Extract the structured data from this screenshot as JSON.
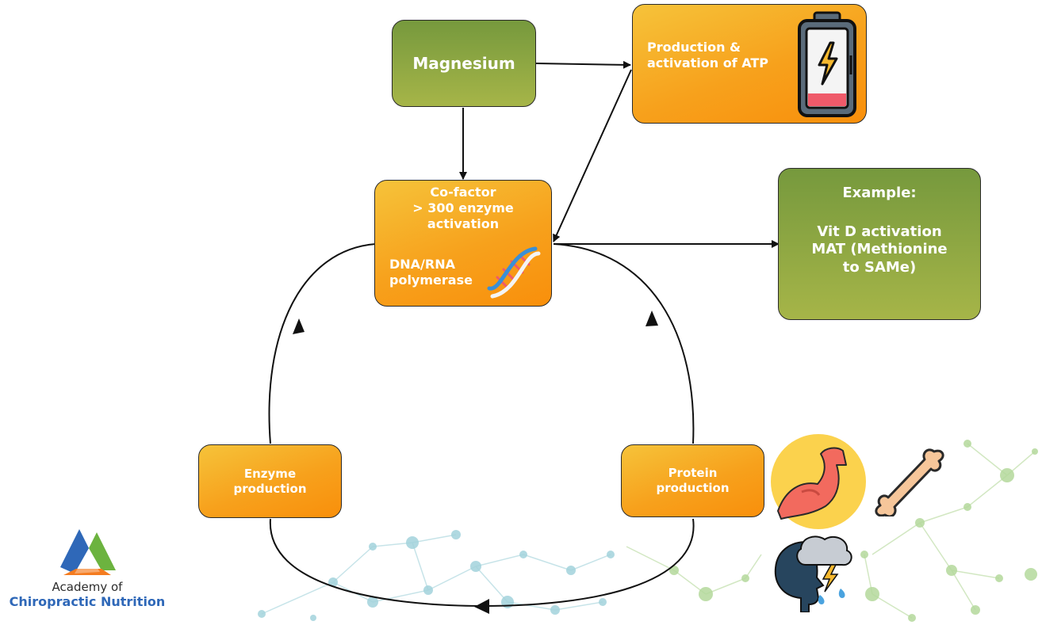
{
  "diagram": {
    "nodes": {
      "magnesium": {
        "label": "Magnesium"
      },
      "atp": {
        "lines": [
          "Production &",
          "activation of ATP"
        ]
      },
      "cofactor": {
        "lines": [
          "Co-factor",
          "> 300 enzyme",
          "activation"
        ],
        "sub_lines": [
          "DNA/RNA",
          "polymerase"
        ]
      },
      "example": {
        "title": "Example:",
        "lines": [
          "Vit D activation",
          "MAT (Methionine",
          "to SAMe)"
        ]
      },
      "enzyme": {
        "lines": [
          "Enzyme",
          "production"
        ]
      },
      "protein": {
        "lines": [
          "Protein",
          "production"
        ]
      }
    },
    "icons": [
      "battery-icon",
      "dna-icon",
      "flexed-arm-icon",
      "bone-icon",
      "head-storm-icon",
      "network-background"
    ]
  },
  "logo": {
    "line1": "Academy of",
    "line2": "Chiropractic Nutrition"
  },
  "colors": {
    "green": "#7a9a3f",
    "orange": "#f7a41f",
    "logo_blue": "#2f68b8",
    "logo_green": "#6cb33f",
    "logo_orange": "#f47c20"
  }
}
